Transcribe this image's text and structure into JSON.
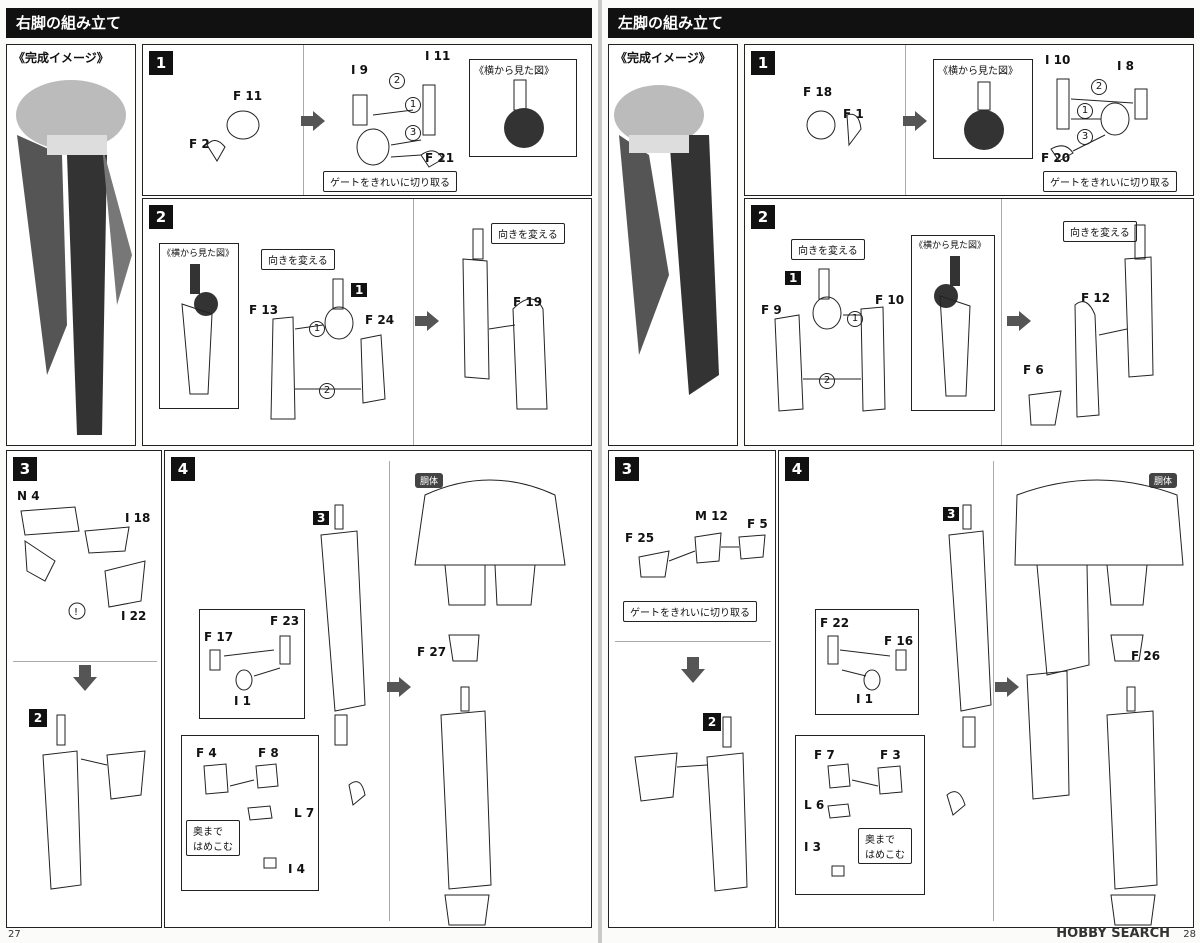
{
  "left": {
    "title": "右脚の組み立て",
    "image_heading": "《完成イメージ》",
    "page_number": "27",
    "step1": {
      "num": "1",
      "parts": [
        "F 2",
        "F 11",
        "I 9",
        "I 11",
        "F 21"
      ],
      "callouts": [
        "ゲートをきれいに切り取る",
        "《横から見た図》"
      ],
      "order": [
        "1",
        "2",
        "3"
      ]
    },
    "step2": {
      "num": "2",
      "parts": [
        "F 13",
        "F 24",
        "1",
        "F 19"
      ],
      "callouts": [
        "《横から見た図》",
        "向きを変える",
        "向きを変える"
      ],
      "order": [
        "1",
        "2"
      ]
    },
    "step3": {
      "num": "3",
      "parts": [
        "N 4",
        "I 18",
        "I 22"
      ],
      "sub_num": "2"
    },
    "step4": {
      "num": "4",
      "parts": [
        "3",
        "F 17",
        "F 23",
        "I 1",
        "F 4",
        "F 8",
        "L 7",
        "I 4",
        "F 27"
      ],
      "callouts": [
        "奥まで\nはめこむ"
      ],
      "tag": "胴体"
    }
  },
  "right": {
    "title": "左脚の組み立て",
    "image_heading": "《完成イメージ》",
    "page_number": "28",
    "step1": {
      "num": "1",
      "parts": [
        "F 18",
        "F 1",
        "I 10",
        "I 8",
        "F 20"
      ],
      "callouts": [
        "《横から見た図》",
        "ゲートをきれいに切り取る"
      ],
      "order": [
        "1",
        "2",
        "3"
      ]
    },
    "step2": {
      "num": "2",
      "parts": [
        "1",
        "F 9",
        "F 10",
        "F 12",
        "F 6"
      ],
      "callouts": [
        "向きを変える",
        "《横から見た図》",
        "向きを変える"
      ],
      "order": [
        "1",
        "2"
      ]
    },
    "step3": {
      "num": "3",
      "parts": [
        "F 25",
        "M 12",
        "F 5"
      ],
      "callouts": [
        "ゲートをきれいに切り取る"
      ],
      "sub_num": "2"
    },
    "step4": {
      "num": "4",
      "parts": [
        "3",
        "F 22",
        "F 16",
        "I 1",
        "F 7",
        "F 3",
        "L 6",
        "I 3",
        "F 26"
      ],
      "callouts": [
        "奥まで\nはめこむ"
      ],
      "tag": "胴体"
    }
  },
  "watermark": "HOBBY SEARCH"
}
